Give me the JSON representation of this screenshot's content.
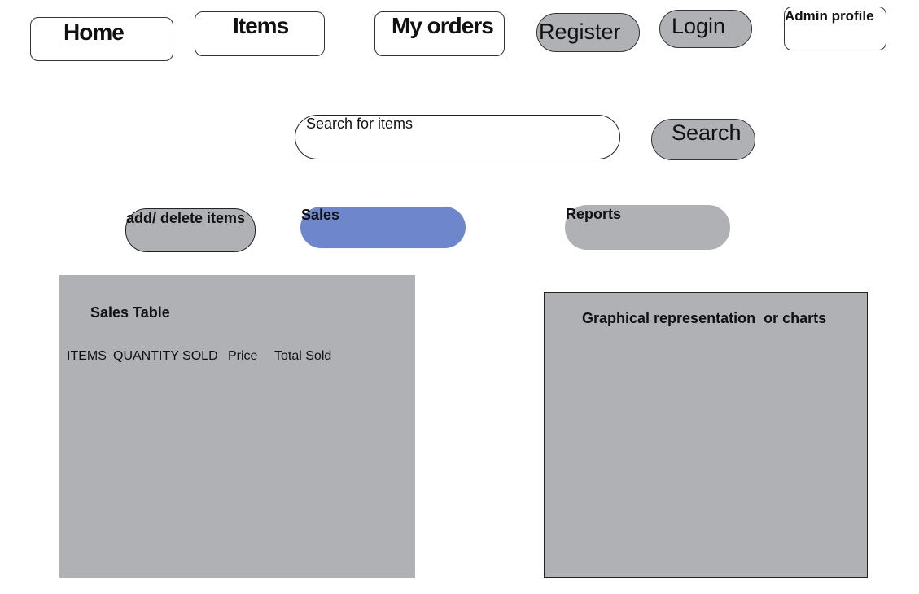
{
  "nav": {
    "home": "Home",
    "items": "Items",
    "my_orders": "My orders",
    "register": "Register",
    "login": "Login",
    "admin_profile": "Admin profile"
  },
  "search": {
    "placeholder": "Search for items",
    "value": "",
    "button_label": "Search"
  },
  "admin_tabs": [
    {
      "label": "add/ delete items",
      "color": "#b0b1b5",
      "active": false
    },
    {
      "label": "Sales",
      "color": "#6e86cc",
      "active": true
    },
    {
      "label": "Reports",
      "color": "#b0b1b5",
      "active": false
    }
  ],
  "sales_table": {
    "title": "Sales Table",
    "columns": [
      "ITEMS",
      "QUANTITY SOLD",
      "Price",
      "Total Sold"
    ],
    "rows": []
  },
  "chart_panel": {
    "title": "Graphical representation  or charts"
  },
  "colors": {
    "panel_gray": "#b0b1b5",
    "active_tab": "#6e86cc",
    "border": "#333333"
  }
}
